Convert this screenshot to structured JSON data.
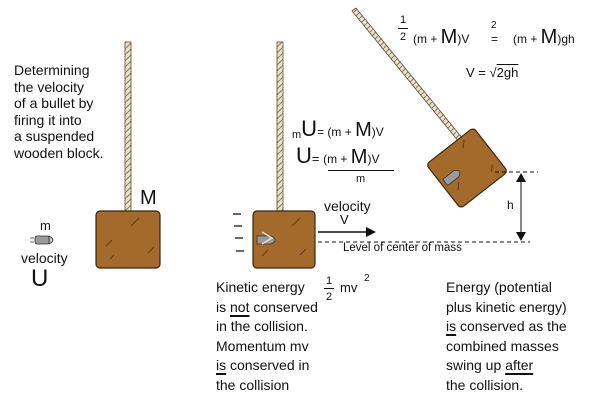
{
  "intro": {
    "lines": [
      "Determining",
      "the velocity",
      "of a bullet by",
      "firing it into",
      "a suspended",
      "wooden block."
    ]
  },
  "bullet": {
    "mass_label": "m",
    "velocity_label": "velocity",
    "velocity_symbol": "U"
  },
  "block": {
    "mass_label": "M"
  },
  "collision": {
    "velocity_label": "velocity",
    "velocity_symbol": "V",
    "level_label": "Level of center of mass"
  },
  "height_label": "h",
  "momentum_eq": {
    "line1_left_sub": "m",
    "line1_left": "U",
    "line1_eq": "= (m + ",
    "line1_M": "M",
    "line1_right": ")V",
    "line2_left": "U",
    "line2_eq": "= ",
    "line2_num_open": "(m + ",
    "line2_num_M": "M",
    "line2_num_close": ")V",
    "line2_den": "m"
  },
  "energy_eq": {
    "frac_num": "1",
    "frac_den": "2",
    "part1": "(m + ",
    "M": "M",
    "part2": ")V",
    "exp": "2",
    "eq": "=",
    "rhs_open": "(m + ",
    "rhs_M": "M",
    "rhs_close": ")gh",
    "v_lhs": "V = ",
    "v_sqrt": "√",
    "v_rad": "2gh"
  },
  "kinetic": {
    "line1": "Kinetic energy",
    "frac_num": "1",
    "frac_den": "2",
    "expr": "mv",
    "exp": "2",
    "line2_a": "is ",
    "line2_not": "not",
    "line2_b": " conserved",
    "line3": "in the collision.",
    "line4": "Momentum mv",
    "line5_is": "is",
    "line5_b": " conserved in",
    "line6": "the collision"
  },
  "energy_note": {
    "line1": "Energy (potential",
    "line2": "plus kinetic energy)",
    "line3_is": "is",
    "line3_b": " conserved as the",
    "line4": "combined masses",
    "line5_a": "swing up ",
    "line5_after": "after",
    "line6": "the collision."
  },
  "colors": {
    "wood": "#a36a2c",
    "wood_dark": "#6b4520",
    "ink": "#111111"
  }
}
